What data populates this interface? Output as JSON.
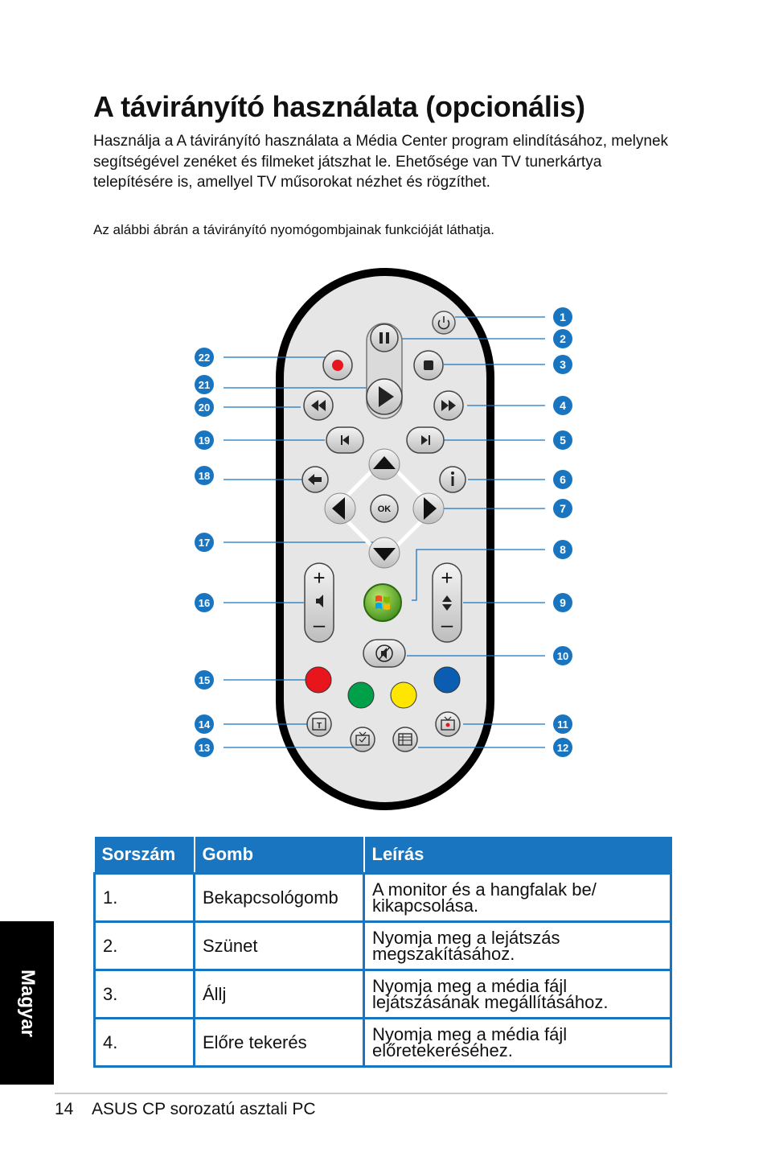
{
  "page": {
    "title": "A távirányító használata (opcionális)",
    "intro": "Használja a A távirányító használata a Média Center program elindításához, melynek segítségével zenéket és filmeket játszhat le. Ehetősége van TV tunerkártya telepítésére is, amellyel TV műsorokat nézhet és rögzíthet.",
    "note": "Az alábbi ábrán a távirányító nyomógombjainak funkcióját láthatja."
  },
  "remote": {
    "callouts_right": [
      "1",
      "2",
      "3",
      "4",
      "5",
      "6",
      "7",
      "8",
      "9",
      "10",
      "11",
      "12"
    ],
    "callouts_left": [
      "22",
      "21",
      "20",
      "19",
      "18",
      "17",
      "16",
      "15",
      "14",
      "13"
    ],
    "ok_label": "OK",
    "teletext_label": "T",
    "plus_sign": "+",
    "minus_sign": "–",
    "colors": {
      "red": "#e8161c",
      "green": "#00a04a",
      "yellow": "#ffe600",
      "blue": "#0a5db0",
      "callout": "#1a75c0"
    }
  },
  "table": {
    "headers": [
      "Sorszám",
      "Gomb",
      "Leírás"
    ],
    "rows": [
      [
        "1.",
        "Bekapcsológomb",
        "A monitor és a hangfalak be/ kikapcsolása."
      ],
      [
        "2.",
        "Szünet",
        "Nyomja meg a lejátszás megszakításához."
      ],
      [
        "3.",
        "Állj",
        "Nyomja meg a média fájl lejátszásának megállításához."
      ],
      [
        "4.",
        "Előre tekerés",
        "Nyomja meg a média fájl előretekeréséhez."
      ]
    ]
  },
  "sidebar": {
    "language": "Magyar"
  },
  "footer": {
    "page_number": "14",
    "text": "ASUS CP sorozatú asztali PC"
  }
}
